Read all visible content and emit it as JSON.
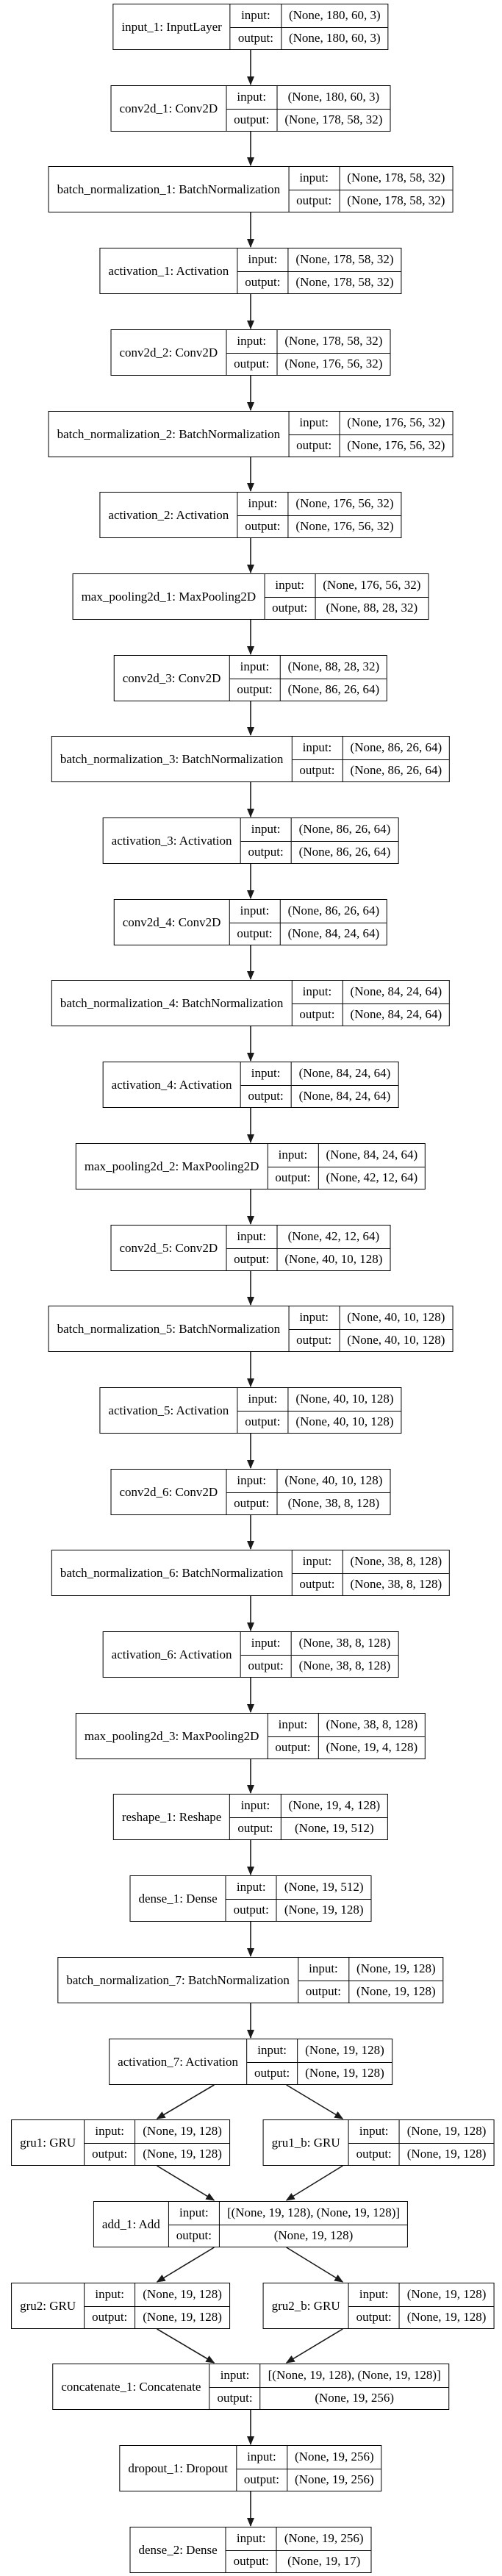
{
  "diagram": {
    "io_labels": {
      "input": "input:",
      "output": "output:"
    },
    "colors": {
      "border": "#000000",
      "edge": "#1a1a1a",
      "background": "#ffffff",
      "text": "#000000"
    },
    "nodes": [
      {
        "id": "input_1",
        "label": "input_1: InputLayer",
        "input": "(None, 180, 60, 3)",
        "output": "(None, 180, 60, 3)"
      },
      {
        "id": "conv2d_1",
        "label": "conv2d_1: Conv2D",
        "input": "(None, 180, 60, 3)",
        "output": "(None, 178, 58, 32)"
      },
      {
        "id": "batch_normalization_1",
        "label": "batch_normalization_1: BatchNormalization",
        "input": "(None, 178, 58, 32)",
        "output": "(None, 178, 58, 32)"
      },
      {
        "id": "activation_1",
        "label": "activation_1: Activation",
        "input": "(None, 178, 58, 32)",
        "output": "(None, 178, 58, 32)"
      },
      {
        "id": "conv2d_2",
        "label": "conv2d_2: Conv2D",
        "input": "(None, 178, 58, 32)",
        "output": "(None, 176, 56, 32)"
      },
      {
        "id": "batch_normalization_2",
        "label": "batch_normalization_2: BatchNormalization",
        "input": "(None, 176, 56, 32)",
        "output": "(None, 176, 56, 32)"
      },
      {
        "id": "activation_2",
        "label": "activation_2: Activation",
        "input": "(None, 176, 56, 32)",
        "output": "(None, 176, 56, 32)"
      },
      {
        "id": "max_pooling2d_1",
        "label": "max_pooling2d_1: MaxPooling2D",
        "input": "(None, 176, 56, 32)",
        "output": "(None, 88, 28, 32)"
      },
      {
        "id": "conv2d_3",
        "label": "conv2d_3: Conv2D",
        "input": "(None, 88, 28, 32)",
        "output": "(None, 86, 26, 64)"
      },
      {
        "id": "batch_normalization_3",
        "label": "batch_normalization_3: BatchNormalization",
        "input": "(None, 86, 26, 64)",
        "output": "(None, 86, 26, 64)"
      },
      {
        "id": "activation_3",
        "label": "activation_3: Activation",
        "input": "(None, 86, 26, 64)",
        "output": "(None, 86, 26, 64)"
      },
      {
        "id": "conv2d_4",
        "label": "conv2d_4: Conv2D",
        "input": "(None, 86, 26, 64)",
        "output": "(None, 84, 24, 64)"
      },
      {
        "id": "batch_normalization_4",
        "label": "batch_normalization_4: BatchNormalization",
        "input": "(None, 84, 24, 64)",
        "output": "(None, 84, 24, 64)"
      },
      {
        "id": "activation_4",
        "label": "activation_4: Activation",
        "input": "(None, 84, 24, 64)",
        "output": "(None, 84, 24, 64)"
      },
      {
        "id": "max_pooling2d_2",
        "label": "max_pooling2d_2: MaxPooling2D",
        "input": "(None, 84, 24, 64)",
        "output": "(None, 42, 12, 64)"
      },
      {
        "id": "conv2d_5",
        "label": "conv2d_5: Conv2D",
        "input": "(None, 42, 12, 64)",
        "output": "(None, 40, 10, 128)"
      },
      {
        "id": "batch_normalization_5",
        "label": "batch_normalization_5: BatchNormalization",
        "input": "(None, 40, 10, 128)",
        "output": "(None, 40, 10, 128)"
      },
      {
        "id": "activation_5",
        "label": "activation_5: Activation",
        "input": "(None, 40, 10, 128)",
        "output": "(None, 40, 10, 128)"
      },
      {
        "id": "conv2d_6",
        "label": "conv2d_6: Conv2D",
        "input": "(None, 40, 10, 128)",
        "output": "(None, 38, 8, 128)"
      },
      {
        "id": "batch_normalization_6",
        "label": "batch_normalization_6: BatchNormalization",
        "input": "(None, 38, 8, 128)",
        "output": "(None, 38, 8, 128)"
      },
      {
        "id": "activation_6",
        "label": "activation_6: Activation",
        "input": "(None, 38, 8, 128)",
        "output": "(None, 38, 8, 128)"
      },
      {
        "id": "max_pooling2d_3",
        "label": "max_pooling2d_3: MaxPooling2D",
        "input": "(None, 38, 8, 128)",
        "output": "(None, 19, 4, 128)"
      },
      {
        "id": "reshape_1",
        "label": "reshape_1: Reshape",
        "input": "(None, 19, 4, 128)",
        "output": "(None, 19, 512)"
      },
      {
        "id": "dense_1",
        "label": "dense_1: Dense",
        "input": "(None, 19, 512)",
        "output": "(None, 19, 128)"
      },
      {
        "id": "batch_normalization_7",
        "label": "batch_normalization_7: BatchNormalization",
        "input": "(None, 19, 128)",
        "output": "(None, 19, 128)"
      },
      {
        "id": "activation_7",
        "label": "activation_7: Activation",
        "input": "(None, 19, 128)",
        "output": "(None, 19, 128)"
      },
      {
        "id": "gru1",
        "label": "gru1: GRU",
        "input": "(None, 19, 128)",
        "output": "(None, 19, 128)"
      },
      {
        "id": "gru1_b",
        "label": "gru1_b: GRU",
        "input": "(None, 19, 128)",
        "output": "(None, 19, 128)"
      },
      {
        "id": "add_1",
        "label": "add_1: Add",
        "input": "[(None, 19, 128), (None, 19, 128)]",
        "output": "(None, 19, 128)"
      },
      {
        "id": "gru2",
        "label": "gru2: GRU",
        "input": "(None, 19, 128)",
        "output": "(None, 19, 128)"
      },
      {
        "id": "gru2_b",
        "label": "gru2_b: GRU",
        "input": "(None, 19, 128)",
        "output": "(None, 19, 128)"
      },
      {
        "id": "concatenate_1",
        "label": "concatenate_1: Concatenate",
        "input": "[(None, 19, 128), (None, 19, 128)]",
        "output": "(None, 19, 256)"
      },
      {
        "id": "dropout_1",
        "label": "dropout_1: Dropout",
        "input": "(None, 19, 256)",
        "output": "(None, 19, 256)"
      },
      {
        "id": "dense_2",
        "label": "dense_2: Dense",
        "input": "(None, 19, 256)",
        "output": "(None, 19, 17)"
      }
    ],
    "edges": [
      [
        "input_1",
        "conv2d_1"
      ],
      [
        "conv2d_1",
        "batch_normalization_1"
      ],
      [
        "batch_normalization_1",
        "activation_1"
      ],
      [
        "activation_1",
        "conv2d_2"
      ],
      [
        "conv2d_2",
        "batch_normalization_2"
      ],
      [
        "batch_normalization_2",
        "activation_2"
      ],
      [
        "activation_2",
        "max_pooling2d_1"
      ],
      [
        "max_pooling2d_1",
        "conv2d_3"
      ],
      [
        "conv2d_3",
        "batch_normalization_3"
      ],
      [
        "batch_normalization_3",
        "activation_3"
      ],
      [
        "activation_3",
        "conv2d_4"
      ],
      [
        "conv2d_4",
        "batch_normalization_4"
      ],
      [
        "batch_normalization_4",
        "activation_4"
      ],
      [
        "activation_4",
        "max_pooling2d_2"
      ],
      [
        "max_pooling2d_2",
        "conv2d_5"
      ],
      [
        "conv2d_5",
        "batch_normalization_5"
      ],
      [
        "batch_normalization_5",
        "activation_5"
      ],
      [
        "activation_5",
        "conv2d_6"
      ],
      [
        "conv2d_6",
        "batch_normalization_6"
      ],
      [
        "batch_normalization_6",
        "activation_6"
      ],
      [
        "activation_6",
        "max_pooling2d_3"
      ],
      [
        "max_pooling2d_3",
        "reshape_1"
      ],
      [
        "reshape_1",
        "dense_1"
      ],
      [
        "dense_1",
        "batch_normalization_7"
      ],
      [
        "batch_normalization_7",
        "activation_7"
      ],
      [
        "activation_7",
        "gru1"
      ],
      [
        "activation_7",
        "gru1_b"
      ],
      [
        "gru1",
        "add_1"
      ],
      [
        "gru1_b",
        "add_1"
      ],
      [
        "add_1",
        "gru2"
      ],
      [
        "add_1",
        "gru2_b"
      ],
      [
        "gru2",
        "concatenate_1"
      ],
      [
        "gru2_b",
        "concatenate_1"
      ],
      [
        "concatenate_1",
        "dropout_1"
      ],
      [
        "dropout_1",
        "dense_2"
      ]
    ]
  }
}
